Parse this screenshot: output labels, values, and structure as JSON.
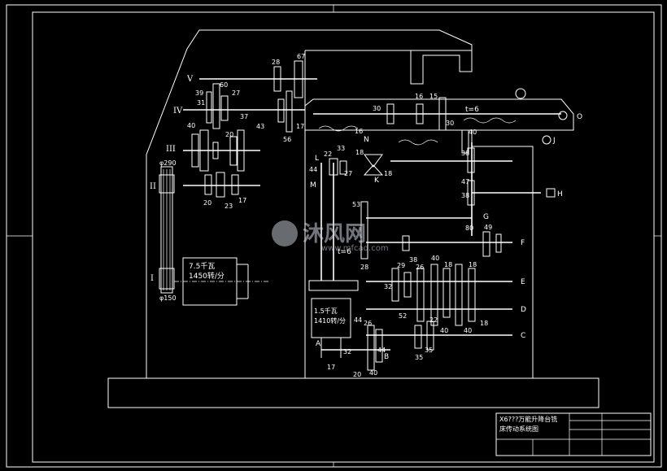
{
  "title_block": {
    "line1": "X6???万能升降台铣",
    "line2": "床传动系统图"
  },
  "watermark": {
    "brand": "沐风网",
    "url": "www.mfcad.com"
  },
  "motors": {
    "main": {
      "power": "7.5千瓦",
      "speed": "1450转/分"
    },
    "feed": {
      "power": "1.5千瓦",
      "speed": "1410转/分"
    }
  },
  "pulleys": {
    "top": "φ290",
    "bottom": "φ150"
  },
  "shafts": {
    "roman": [
      "I",
      "II",
      "III",
      "IV",
      "V"
    ],
    "letters": [
      "A",
      "B",
      "C",
      "D",
      "E",
      "F",
      "G",
      "H",
      "J",
      "K",
      "L",
      "M",
      "N",
      "O"
    ]
  },
  "pitch_label": "t=6",
  "gear_teeth": [
    "28",
    "67",
    "60",
    "39",
    "27",
    "31",
    "40",
    "37",
    "43",
    "20",
    "17",
    "56",
    "23",
    "20",
    "17",
    "16",
    "30",
    "15",
    "30",
    "16",
    "40",
    "38",
    "33",
    "22",
    "18",
    "44",
    "27",
    "18",
    "47",
    "38",
    "53",
    "80",
    "49",
    "28",
    "38",
    "29",
    "26",
    "40",
    "18",
    "18",
    "32",
    "52",
    "22",
    "40",
    "40",
    "18",
    "44",
    "26",
    "32",
    "17",
    "20",
    "40",
    "35",
    "44",
    "35"
  ]
}
